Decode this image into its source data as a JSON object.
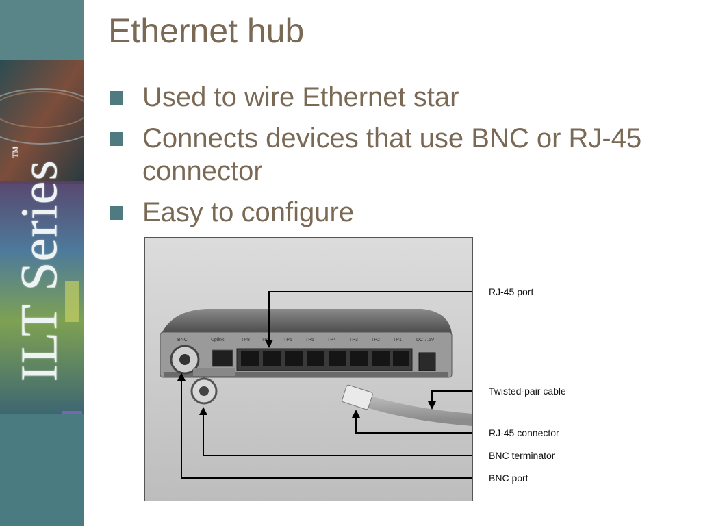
{
  "slide": {
    "title": "Ethernet hub",
    "bullets": [
      "Used to wire Ethernet star",
      "Connects devices that use BNC or RJ-45 connector",
      "Easy to configure"
    ]
  },
  "logo": {
    "text": "ILT Series",
    "tm": "™"
  },
  "photo": {
    "port_labels": [
      "BNC",
      "Uplink",
      "TP8",
      "TP7",
      "TP6",
      "TP5",
      "TP4",
      "TP3",
      "TP2",
      "TP1",
      "DC 7.5V"
    ]
  },
  "callouts": {
    "rj45_port": "RJ-45 port",
    "twisted_pair": "Twisted-pair cable",
    "rj45_connector": "RJ-45 connector",
    "bnc_terminator": "BNC terminator",
    "bnc_port": "BNC port"
  },
  "colors": {
    "accent": "#4f7b80",
    "text": "#7a6a55"
  }
}
